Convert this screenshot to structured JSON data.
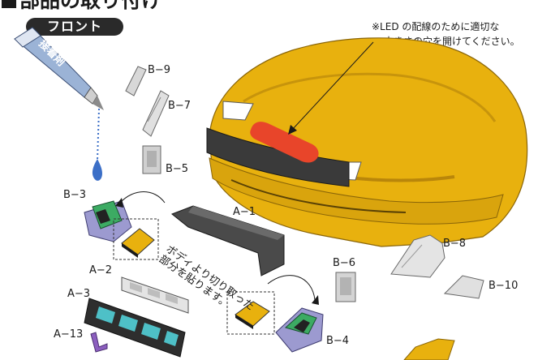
{
  "heading": "部品の取り付け",
  "front_badge": "フロント",
  "note": {
    "line1": "※LED の配線のために適切な",
    "line2": "大きさの穴を開けてください。"
  },
  "glue_label": "接着剤",
  "sticker_note": {
    "line1": "ボディより切り取った",
    "line2": "部分を貼ります。"
  },
  "part_labels": {
    "b9": "B−9",
    "b7": "B−7",
    "b5": "B−5",
    "b3": "B−3",
    "a1": "A−1",
    "a2": "A−2",
    "a3": "A−3",
    "a13": "A−13",
    "b6": "B−6",
    "b8": "B−8",
    "b10": "B−10",
    "b4": "B−4"
  },
  "colors": {
    "body_yellow": "#e8b10e",
    "body_shadow": "#b9860a",
    "led_strip": "#e8452a",
    "grille_dark": "#2e2e2e",
    "lamp_purple": "#9c9ad0",
    "lamp_green": "#3cab63",
    "glue_blue": "#3c6fc7"
  }
}
